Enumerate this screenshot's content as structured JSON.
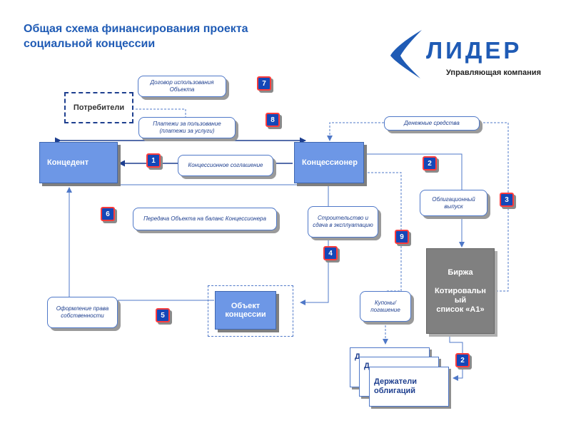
{
  "title": "Общая схема финансирования проекта социальной концессии",
  "logo": {
    "name": "ЛИДЕР",
    "subtitle": "Управляющая компания",
    "icon": "chevron-wing-logo",
    "brand_color": "#1f5bb5"
  },
  "entities": {
    "concedent": "Концедент",
    "concessionaire": "Концессионер",
    "consumers": "Потребители",
    "object": "Объект концессии",
    "exchange": {
      "line1": "Биржа",
      "line2": "Котировальн",
      "line3": "ый",
      "line4": "список «А1»"
    },
    "holders_back": "Д",
    "holders_mid": "Д",
    "holders": "Держатели облигаций"
  },
  "notes": {
    "usage_contract": "Договор использования Объекта",
    "payments": "Платежи за пользование (платежи за услуги)",
    "money": "Денежные средства",
    "concession_agreement": "Концессионное соглашение",
    "bond_issue": "Облигационный выпуск",
    "transfer": "Передача Объекта на баланс Концессионера",
    "construction": "Строительство и сдача в эксплуатацию",
    "ownership": "Оформление права собственности",
    "coupons": "Купоны/ погашение"
  },
  "badges": {
    "b1": "1",
    "b2_top": "2",
    "b2_bottom": "2",
    "b3": "3",
    "b4": "4",
    "b5": "5",
    "b6": "6",
    "b7": "7",
    "b8": "8",
    "b9": "9"
  },
  "colors": {
    "entity_fill": "#6d97e6",
    "line": "#4f78c8",
    "badge_fill": "#1447b8",
    "badge_border": "#ff3b3b",
    "exchange_fill": "#808080"
  }
}
